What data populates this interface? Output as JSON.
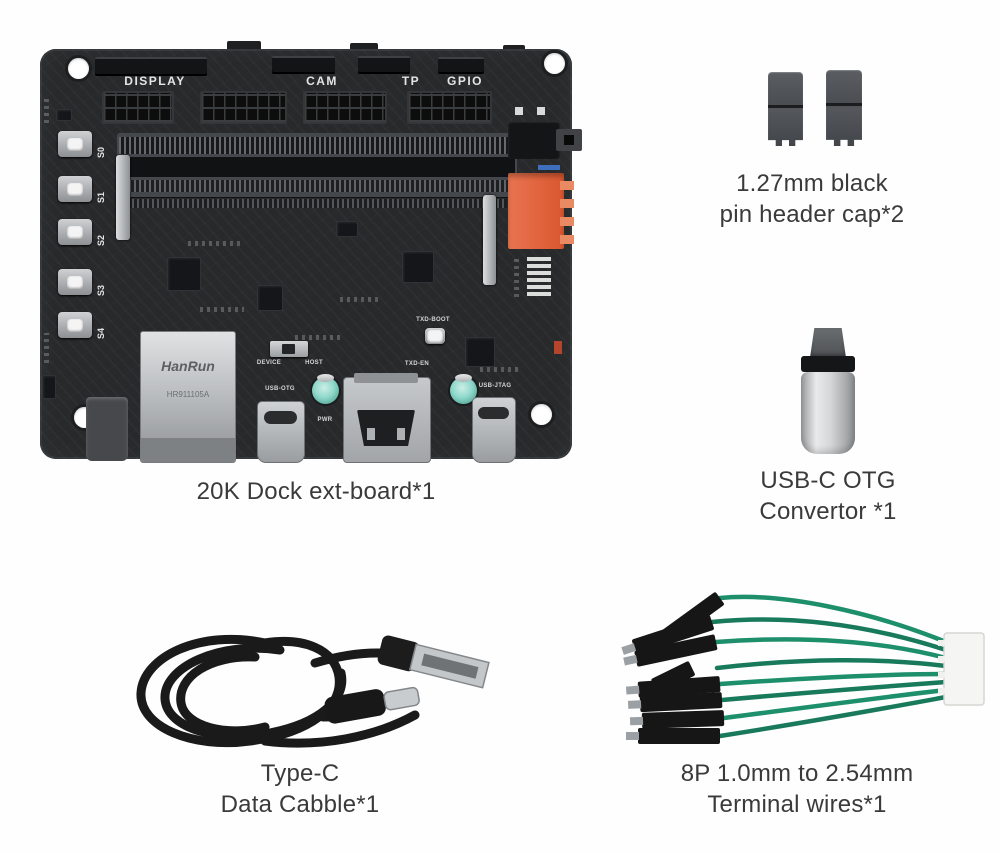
{
  "page": {
    "background": "#ffffff",
    "caption_color": "#3a3a3a"
  },
  "products": {
    "board": {
      "caption": [
        "20K Dock ext-board*1"
      ],
      "silkscreen": {
        "top_labels": [
          "DISPLAY",
          "CAM",
          "TP",
          "GPIO"
        ],
        "buttons": [
          "S0",
          "S1",
          "S2",
          "S3",
          "S4"
        ],
        "usb_switch": [
          "DEVICE",
          "HOST"
        ],
        "boot_button": "TXD-BOOT",
        "txd_en": "TXD-EN",
        "usb_otg": "USB-OTG",
        "pwr": "PWR",
        "usb_jtag": "USB-JTAG",
        "ethernet_brand": "HanRun",
        "ethernet_model": "HR911105A"
      },
      "colors": {
        "pcb": "#28292b",
        "orange_connector": "#df5f3b",
        "capacitor_teal": "#8fd8cb"
      }
    },
    "pin_header_caps": {
      "caption": [
        "1.27mm black",
        "pin header cap*2"
      ],
      "quantity": 2
    },
    "usb_c_otg": {
      "caption": [
        "USB-C OTG",
        "Convertor *1"
      ]
    },
    "type_c_cable": {
      "caption": [
        "Type-C",
        "Data Cabble*1"
      ]
    },
    "terminal_wires": {
      "caption": [
        "8P 1.0mm to 2.54mm",
        "Terminal wires*1"
      ],
      "wire_count": 8,
      "wire_color": "#1e8f6b"
    }
  }
}
